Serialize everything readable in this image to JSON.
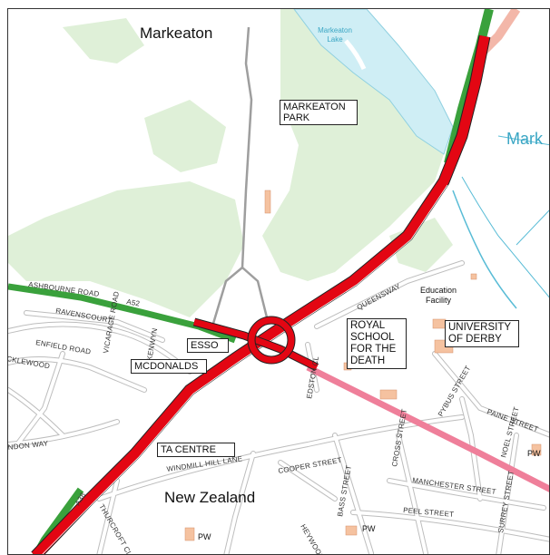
{
  "places": {
    "markeaton": "Markeaton",
    "new_zealand": "New Zealand",
    "markeaton_lake": "Markeaton Lake",
    "mark_partial": "Mark"
  },
  "boxes": {
    "markeaton_park": "MARKEATON PARK",
    "esso": "ESSO",
    "mcdonalds": "MCDONALDS",
    "ta_centre": "TA CENTRE",
    "royal_school": "ROYAL SCHOOL FOR THE DEATH",
    "university": "UNIVERSITY OF DERBY"
  },
  "labels": {
    "education_facility": "Education Facility",
    "pw_1": "PW",
    "pw_2": "PW",
    "pw_3": "PW"
  },
  "streets": {
    "ashbourne_road": "ASHBOURNE ROAD",
    "a52": "A52",
    "ravenscourt": "RAVENSCOURT",
    "enfield_road": "ENFIELD ROAD",
    "queensway": "QUEENSWAY",
    "windmill_hill_lane": "WINDMILL HILL LANE",
    "manchester_street": "MANCHESTER STREET",
    "peel_street": "PEEL STREET",
    "bass_street": "BASS STREET",
    "cross_street": "CROSS STREET",
    "pybus_street": "PYBUS STREET",
    "paine_street": "PAINE STREET",
    "a38": "A38",
    "edston_cl": "EDSTON CL",
    "thurcroft_cl": "THURCROFT CL",
    "cooper_street": "COOPER STREET",
    "heywood": "HEYWOOD",
    "surrey_street": "SURREY STREET",
    "noel_street": "NOEL STREET",
    "vicarage_road": "VICARAGE ROAD",
    "kenwyn": "KENWYN",
    "cklewood": "CKLEWOOD",
    "ndon_way": "NDON WAY"
  },
  "colors": {
    "trunk_road": "#e30613",
    "a_road": "#3aa13c",
    "b_road": "#ef7f9a",
    "water": "#cfeef5",
    "woodland": "#dff0d8"
  }
}
